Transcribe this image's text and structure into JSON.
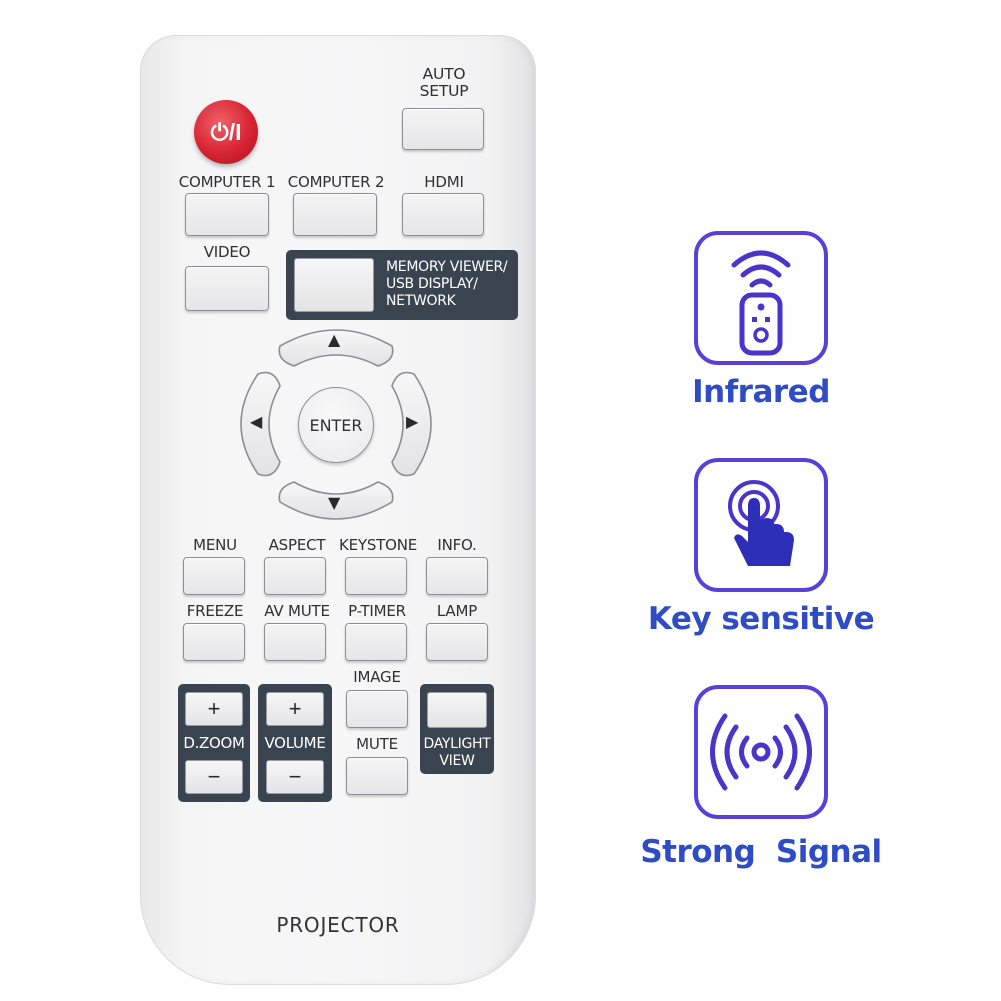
{
  "remote": {
    "power_label": "⏻/I",
    "auto_setup": "AUTO\nSETUP",
    "computer1": "COMPUTER 1",
    "computer2": "COMPUTER 2",
    "hdmi": "HDMI",
    "video": "VIDEO",
    "memory_viewer": "MEMORY VIEWER/\nUSB DISPLAY/\nNETWORK",
    "enter": "ENTER",
    "up": "▲",
    "down": "▼",
    "left": "◀",
    "right": "▶",
    "menu": "MENU",
    "aspect": "ASPECT",
    "keystone": "KEYSTONE",
    "info": "INFO.",
    "freeze": "FREEZE",
    "av_mute": "AV MUTE",
    "p_timer": "P-TIMER",
    "lamp": "LAMP",
    "image": "IMAGE",
    "mute": "MUTE",
    "d_zoom": "D.ZOOM",
    "volume": "VOLUME",
    "daylight_view": "DAYLIGHT\nVIEW",
    "plus": "+",
    "minus": "−",
    "brand_text": "PROJECTOR"
  },
  "features": [
    {
      "label": "Infrared",
      "icon": "remote-signal-icon"
    },
    {
      "label": "Key sensitive",
      "icon": "touch-finger-icon"
    },
    {
      "label": "Strong  Signal",
      "icon": "broadcast-icon"
    }
  ],
  "colors": {
    "accent_purple": "#5a3fd9",
    "label_blue": "#2e4cc4",
    "power_red": "#d72433",
    "dark_panel": "#3a4451"
  }
}
